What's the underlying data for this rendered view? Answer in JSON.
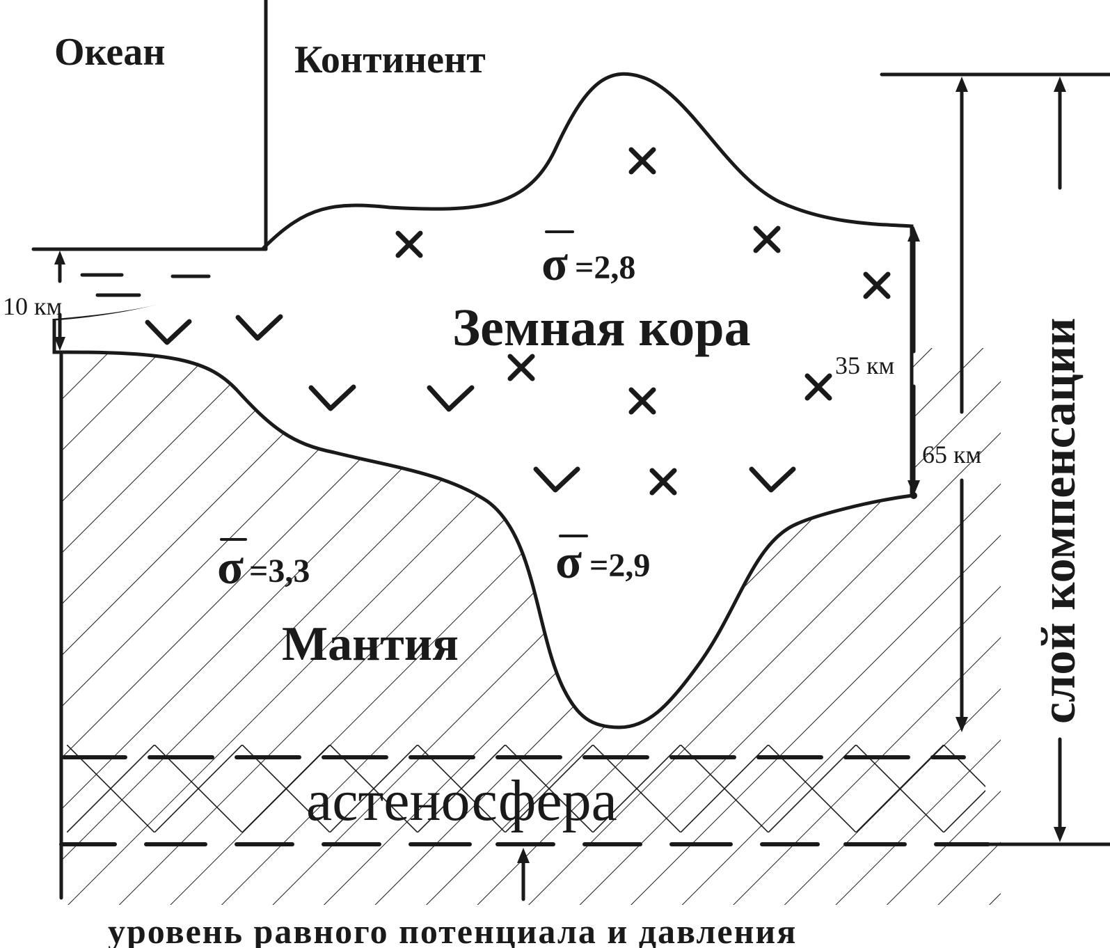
{
  "labels": {
    "ocean": "Океан",
    "continent": "Континент",
    "crust": "Земная  кора",
    "mantle": "Мантия",
    "asthenosphere": "астеносфера",
    "compensation_layer": "слой компенсации",
    "equal_potential": "уровень равного потенциала и давления"
  },
  "densities": {
    "crust_upper": "=2,8",
    "crust_lower": "=2,9",
    "mantle": "=3,3",
    "symbol": "σ"
  },
  "thickness": {
    "ocean_crust": "10 км",
    "continental_crust": "35 км",
    "compensation_depth": "65 км"
  },
  "colors": {
    "ink": "#1a1a1a",
    "background": "#ffffff"
  }
}
